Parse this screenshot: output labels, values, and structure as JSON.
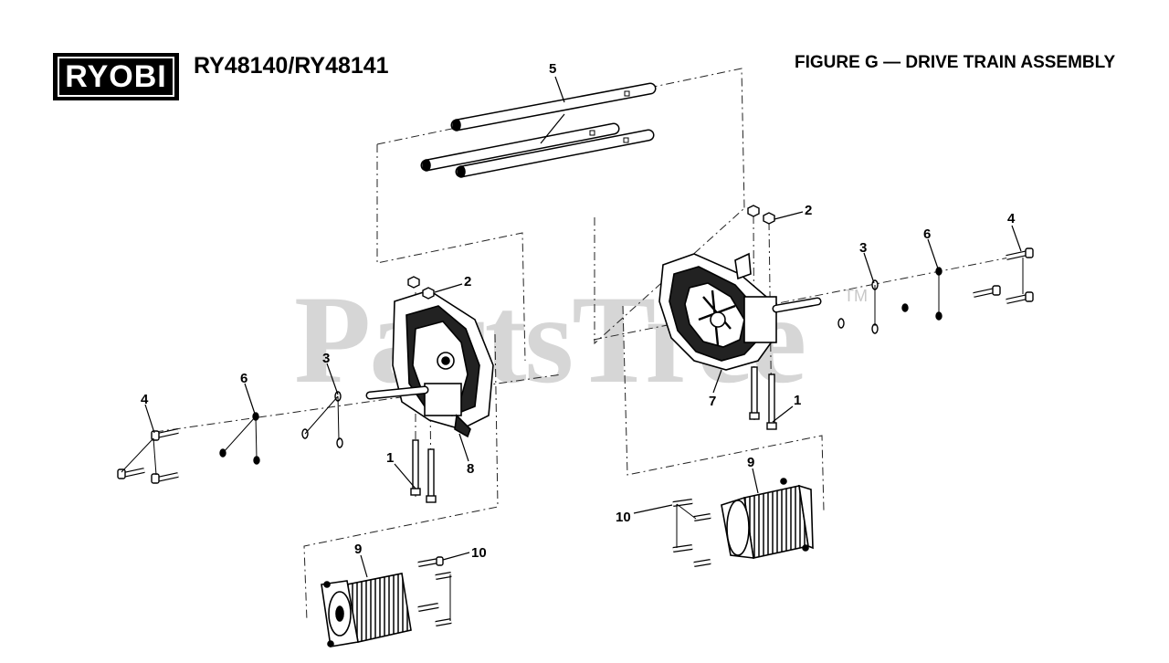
{
  "header": {
    "brand": "RYOBI",
    "model": "RY48140/RY48141",
    "figure_title": "FIGURE G — DRIVE TRAIN ASSEMBLY"
  },
  "watermark": {
    "text": "PartsTree",
    "trademark": "TM"
  },
  "callouts": {
    "axles": "5",
    "nut_left": "2",
    "nut_right": "2",
    "washer_left": "3",
    "washer_right": "3",
    "bolt_left": "4",
    "bolt_right": "4",
    "clip_left": "6",
    "clip_right": "6",
    "transaxle_right": "7",
    "transaxle_left": "8",
    "screw_left": "1",
    "screw_right": "1",
    "motor_left": "9",
    "motor_right": "9",
    "motor_bolt_left": "10",
    "motor_bolt_right": "10"
  }
}
